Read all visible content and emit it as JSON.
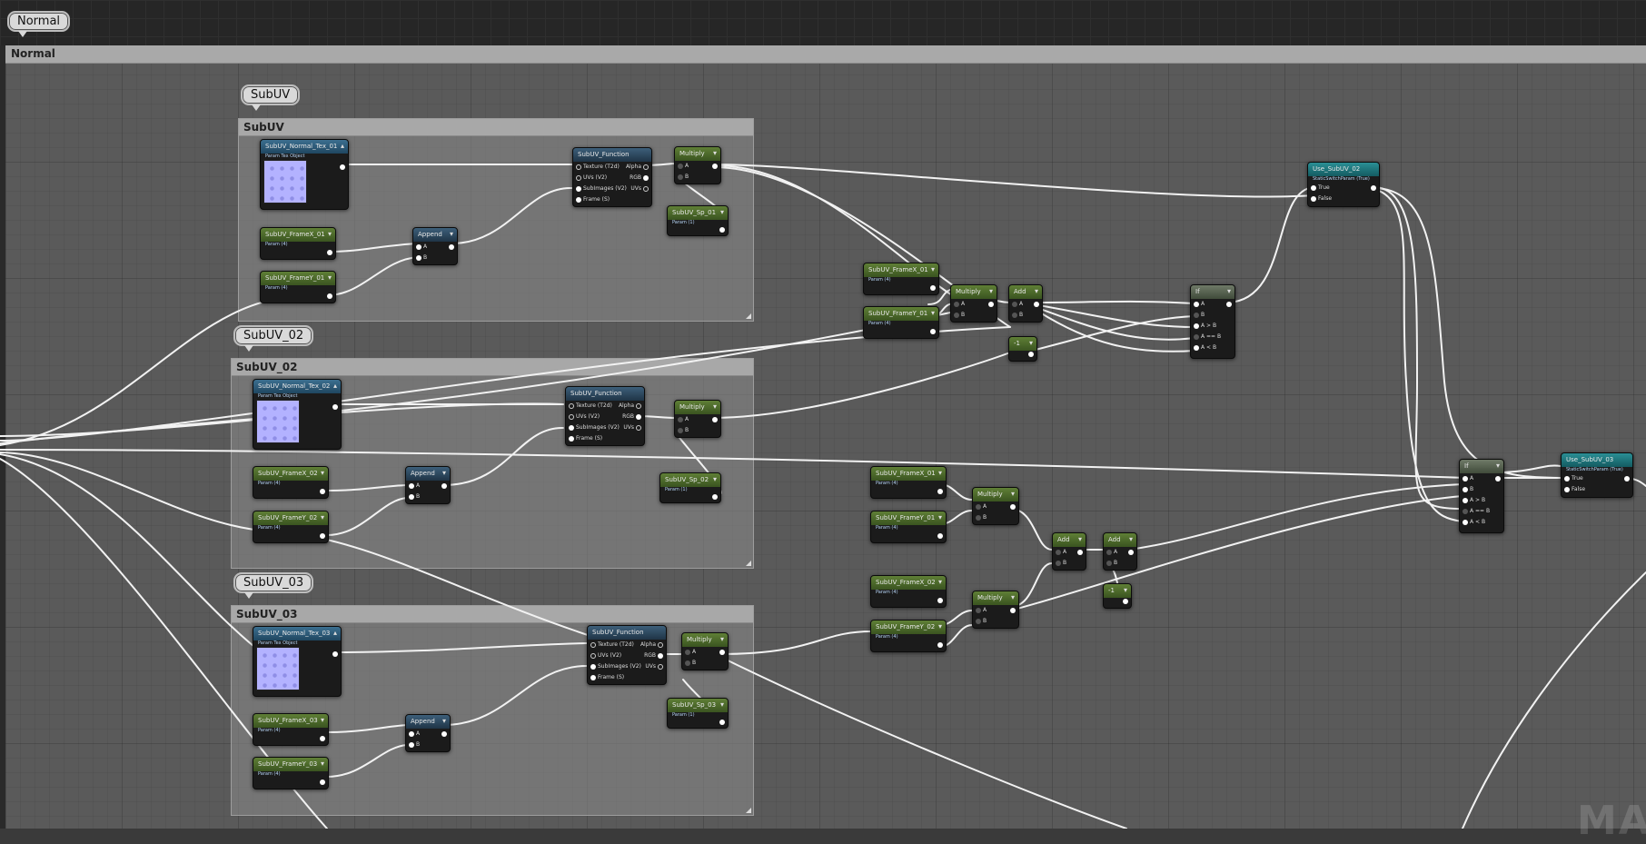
{
  "graph": {
    "top_bubble": "Normal",
    "big_comment_title": "Normal",
    "groups": [
      {
        "id": "subuv",
        "bubble": "SubUV",
        "title": "SubUV"
      },
      {
        "id": "subuv02",
        "bubble": "SubUV_02",
        "title": "SubUV_02"
      },
      {
        "id": "subuv03",
        "bubble": "SubUV_03",
        "title": "SubUV_03"
      }
    ],
    "nodes": {
      "tex01": {
        "title": "SubUV_Normal_Tex_01",
        "sub": "Param Tex Object"
      },
      "framex01": {
        "title": "SubUV_FrameX_01",
        "sub": "Param (4)"
      },
      "framey01": {
        "title": "SubUV_FrameY_01",
        "sub": "Param (4)"
      },
      "append01": {
        "title": "Append",
        "a": "A",
        "b": "B"
      },
      "func01": {
        "title": "SubUV_Function",
        "pins": [
          "Texture (T2d)",
          "UVs (V2)",
          "SubImages (V2)",
          "Frame (S)"
        ],
        "outs": [
          "Alpha",
          "RGB",
          "UVs"
        ]
      },
      "mult01": {
        "title": "Multiply",
        "a": "A",
        "b": "B"
      },
      "sp01": {
        "title": "SubUV_Sp_01",
        "sub": "Param (1)"
      },
      "tex02": {
        "title": "SubUV_Normal_Tex_02",
        "sub": "Param Tex Object"
      },
      "framex02": {
        "title": "SubUV_FrameX_02",
        "sub": "Param (4)"
      },
      "framey02": {
        "title": "SubUV_FrameY_02",
        "sub": "Param (4)"
      },
      "append02": {
        "title": "Append",
        "a": "A",
        "b": "B"
      },
      "func02": {
        "title": "SubUV_Function",
        "pins": [
          "Texture (T2d)",
          "UVs (V2)",
          "SubImages (V2)",
          "Frame (S)"
        ],
        "outs": [
          "Alpha",
          "RGB",
          "UVs"
        ]
      },
      "mult02": {
        "title": "Multiply",
        "a": "A",
        "b": "B"
      },
      "sp02": {
        "title": "SubUV_Sp_02",
        "sub": "Param (1)"
      },
      "tex03": {
        "title": "SubUV_Normal_Tex_03",
        "sub": "Param Tex Object"
      },
      "framex03": {
        "title": "SubUV_FrameX_03",
        "sub": "Param (4)"
      },
      "framey03": {
        "title": "SubUV_FrameY_03",
        "sub": "Param (4)"
      },
      "append03": {
        "title": "Append",
        "a": "A",
        "b": "B"
      },
      "func03": {
        "title": "SubUV_Function",
        "pins": [
          "Texture (T2d)",
          "UVs (V2)",
          "SubImages (V2)",
          "Frame (S)"
        ],
        "outs": [
          "Alpha",
          "RGB",
          "UVs"
        ]
      },
      "mult03": {
        "title": "Multiply",
        "a": "A",
        "b": "B"
      },
      "sp03": {
        "title": "SubUV_Sp_03",
        "sub": "Param (1)"
      },
      "rfx01": {
        "title": "SubUV_FrameX_01",
        "sub": "Param (4)"
      },
      "rfy01": {
        "title": "SubUV_FrameY_01",
        "sub": "Param (4)"
      },
      "rmult1": {
        "title": "Multiply",
        "a": "A",
        "b": "B"
      },
      "radd1": {
        "title": "Add",
        "a": "A",
        "b": "B"
      },
      "rconst1": {
        "title": "-1"
      },
      "if1": {
        "title": "If",
        "pins": [
          "A",
          "B",
          "A > B",
          "A == B",
          "A < B"
        ]
      },
      "use02": {
        "title": "Use_SubUV_02",
        "sub": "StaticSwitchParam (True)",
        "pins": [
          "True",
          "False"
        ]
      },
      "rfx02": {
        "title": "SubUV_FrameX_01",
        "sub": "Param (4)"
      },
      "rfy02": {
        "title": "SubUV_FrameY_01",
        "sub": "Param (4)"
      },
      "rmult2": {
        "title": "Multiply",
        "a": "A",
        "b": "B"
      },
      "rfx03": {
        "title": "SubUV_FrameX_02",
        "sub": "Param (4)"
      },
      "rfy03": {
        "title": "SubUV_FrameY_02",
        "sub": "Param (4)"
      },
      "rmult3": {
        "title": "Multiply",
        "a": "A",
        "b": "B"
      },
      "radd2": {
        "title": "Add",
        "a": "A",
        "b": "B"
      },
      "radd3": {
        "title": "Add",
        "a": "A",
        "b": "B"
      },
      "rconst2": {
        "title": "-1"
      },
      "if2": {
        "title": "If",
        "pins": [
          "A",
          "B",
          "A > B",
          "A == B",
          "A < B"
        ]
      },
      "use03": {
        "title": "Use_SubUV_03",
        "sub": "StaticSwitchParam (True)",
        "pins": [
          "True",
          "False"
        ]
      }
    },
    "watermark": "MA"
  }
}
